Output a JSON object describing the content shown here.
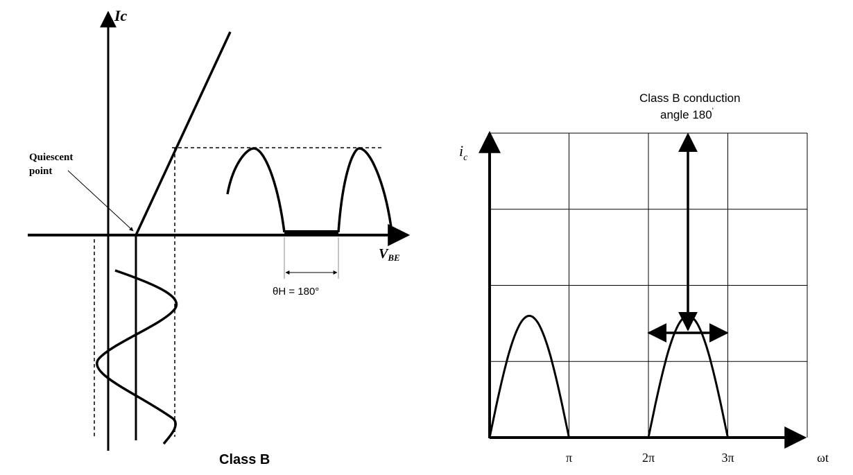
{
  "left_figure": {
    "y_axis_label": "Ic",
    "x_axis_label_main": "V",
    "x_axis_label_sub": "BE",
    "quiescent_label_line1": "Quiescent",
    "quiescent_label_line2": "point",
    "angle_label": "θH = 180°",
    "caption": "Class B"
  },
  "right_figure": {
    "title_line1": "Class B conduction",
    "title_line2": "angle 180",
    "title_mark": "'",
    "y_axis_label_main": "i",
    "y_axis_label_sub": "c",
    "x_axis_label": "ωt",
    "x_ticks": [
      "π",
      "2π",
      "3π"
    ],
    "grid_columns": 4,
    "grid_rows": 4,
    "pulses": [
      {
        "start": 0,
        "end": 1
      },
      {
        "start": 2,
        "end": 3
      }
    ],
    "pulse_peak_fraction_of_grid_height": 0.4
  },
  "colors": {
    "ink": "#000000",
    "grid": "#000000",
    "background": "#ffffff"
  }
}
